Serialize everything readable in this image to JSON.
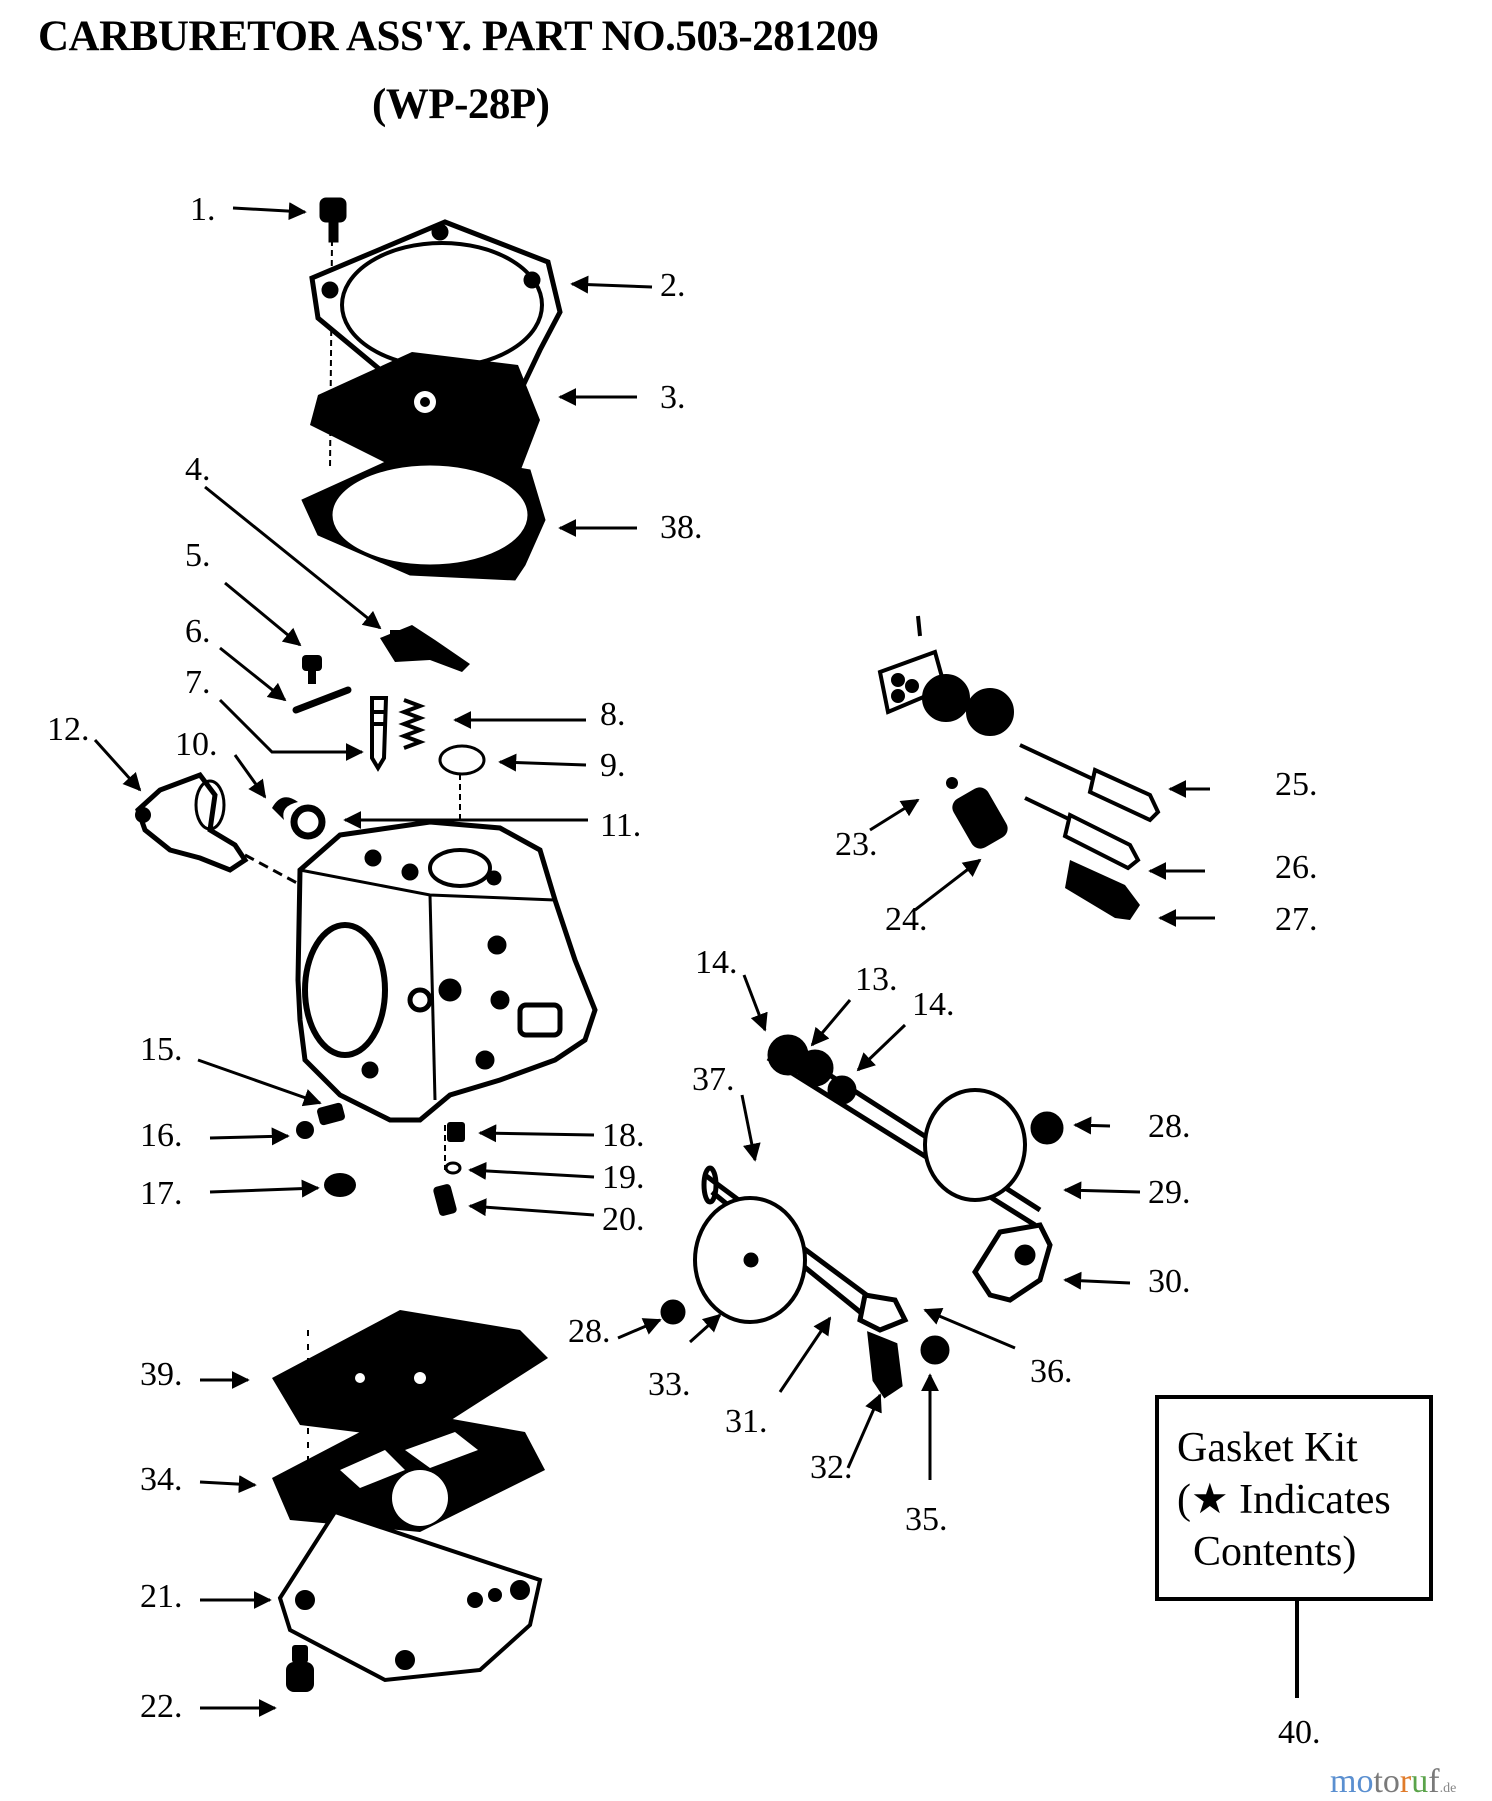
{
  "title": {
    "line1": "CARBURETOR ASS'Y. PART NO.503-281209",
    "line2": "(WP-28P)"
  },
  "parts": [
    {
      "id": "p1",
      "label": "1."
    },
    {
      "id": "p2",
      "label": "2."
    },
    {
      "id": "p3",
      "label": "3."
    },
    {
      "id": "p38",
      "label": "38."
    },
    {
      "id": "p4",
      "label": "4."
    },
    {
      "id": "p5",
      "label": "5."
    },
    {
      "id": "p6",
      "label": "6."
    },
    {
      "id": "p7",
      "label": "7."
    },
    {
      "id": "p8",
      "label": "8."
    },
    {
      "id": "p9",
      "label": "9."
    },
    {
      "id": "p10",
      "label": "10."
    },
    {
      "id": "p11",
      "label": "11."
    },
    {
      "id": "p12",
      "label": "12."
    },
    {
      "id": "p15",
      "label": "15."
    },
    {
      "id": "p16",
      "label": "16."
    },
    {
      "id": "p17",
      "label": "17."
    },
    {
      "id": "p18",
      "label": "18."
    },
    {
      "id": "p19",
      "label": "19."
    },
    {
      "id": "p20",
      "label": "20."
    },
    {
      "id": "p23",
      "label": "23."
    },
    {
      "id": "p24",
      "label": "24."
    },
    {
      "id": "p25",
      "label": "25."
    },
    {
      "id": "p26",
      "label": "26."
    },
    {
      "id": "p27",
      "label": "27."
    },
    {
      "id": "p14a",
      "label": "14."
    },
    {
      "id": "p13",
      "label": "13."
    },
    {
      "id": "p14b",
      "label": "14."
    },
    {
      "id": "p37",
      "label": "37."
    },
    {
      "id": "p28a",
      "label": "28."
    },
    {
      "id": "p29",
      "label": "29."
    },
    {
      "id": "p30",
      "label": "30."
    },
    {
      "id": "p28b",
      "label": "28."
    },
    {
      "id": "p33",
      "label": "33."
    },
    {
      "id": "p31",
      "label": "31."
    },
    {
      "id": "p32",
      "label": "32."
    },
    {
      "id": "p36",
      "label": "36."
    },
    {
      "id": "p35",
      "label": "35."
    },
    {
      "id": "p39",
      "label": "39."
    },
    {
      "id": "p34",
      "label": "34."
    },
    {
      "id": "p21",
      "label": "21."
    },
    {
      "id": "p22",
      "label": "22."
    },
    {
      "id": "p40",
      "label": "40."
    }
  ],
  "gasket_kit": {
    "line1": "Gasket Kit",
    "line2": "(★ Indicates",
    "line3": "Contents)"
  },
  "watermark": {
    "part1": "mo",
    "part2": "to",
    "part3": "r",
    "part4": "u",
    "part5": "f",
    "tld": ".de"
  }
}
